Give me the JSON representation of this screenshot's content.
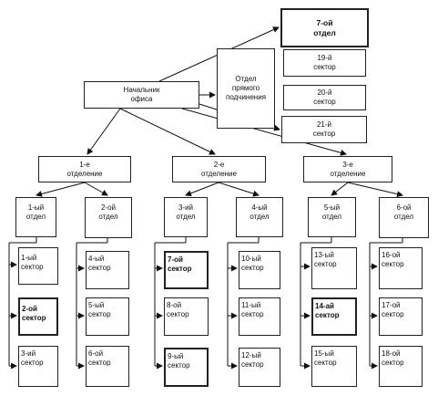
{
  "diagram": {
    "head": "Начальник\nофиса",
    "direct_dept": "Отдел\nпрямого\nподчинения",
    "direct_units": [
      "7-ой\nотдел",
      "19-й\nсектор",
      "20-й\nсектор",
      "21-й\nсектор"
    ],
    "divisions": [
      "1-е\nотделение",
      "2-е\nотделение",
      "3-е\nотделение"
    ],
    "departments": [
      "1-ый\nотдел",
      "2-ой\nотдел",
      "3-ий\nотдел",
      "4-ый\nотдел",
      "5-ый\nотдел",
      "6-ой\nотдел"
    ],
    "sectors": [
      "1-ый\nсектор",
      "2-ой\nсектор",
      "3-ий\nсектор",
      "4-ый\nсектор",
      "5-ый\nсектор",
      "6-ой\nсектор",
      "7-ой\nсектор",
      "8-ой\nсектор",
      "9-ый\nсектор",
      "10-ый\nсектор",
      "11-ый\nсектор",
      "12-ый\nсектор",
      "13-ый\nсектор",
      "14-ай\nсектор",
      "15-ый\nсектор",
      "16-ой\nсектор",
      "17-ой\nсектор",
      "18-ой\nсектор"
    ]
  }
}
